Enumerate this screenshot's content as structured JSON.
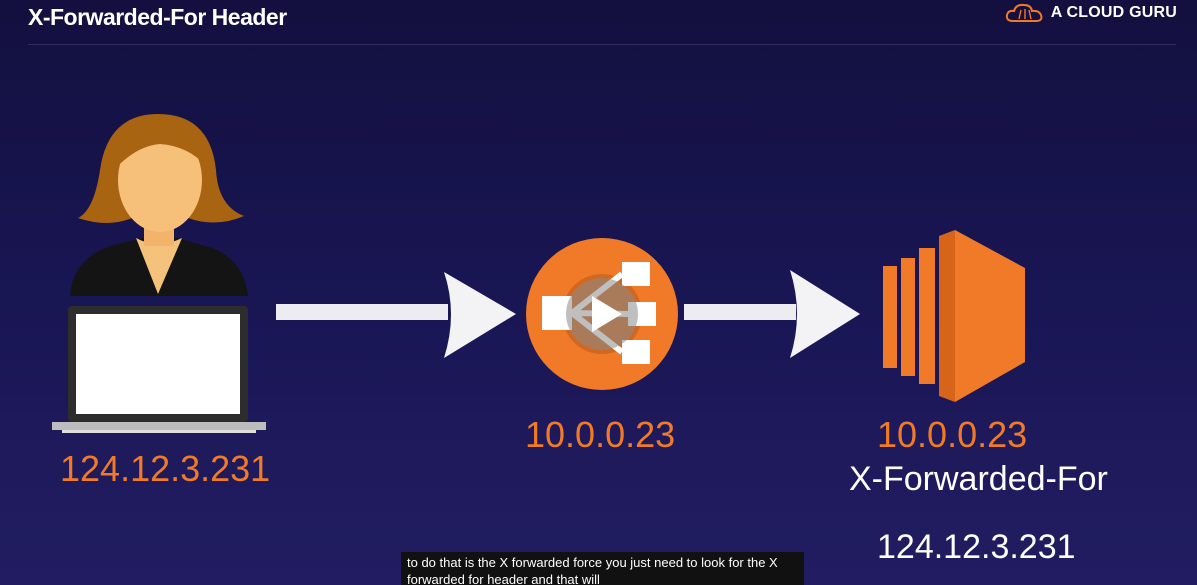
{
  "slide": {
    "title": "X-Forwarded-For Header",
    "brand": "A CLOUD GURU",
    "brand_icon": "cloud-icon"
  },
  "diagram": {
    "client": {
      "icon": "user-with-laptop-icon",
      "ip": "124.12.3.231"
    },
    "load_balancer": {
      "icon": "elastic-load-balancer-icon",
      "ip": "10.0.0.23"
    },
    "server": {
      "icon": "ec2-instance-icon",
      "ip": "10.0.0.23",
      "header_name": "X-Forwarded-For",
      "header_value": "124.12.3.231"
    },
    "arrows": [
      "arrow-right-icon",
      "arrow-right-icon"
    ]
  },
  "captions": {
    "text": "to do that is the X forwarded force you just need to look for the X forwarded for header and that will"
  },
  "colors": {
    "background": "#181552",
    "accent": "#f07a28",
    "text": "#ffffff"
  }
}
